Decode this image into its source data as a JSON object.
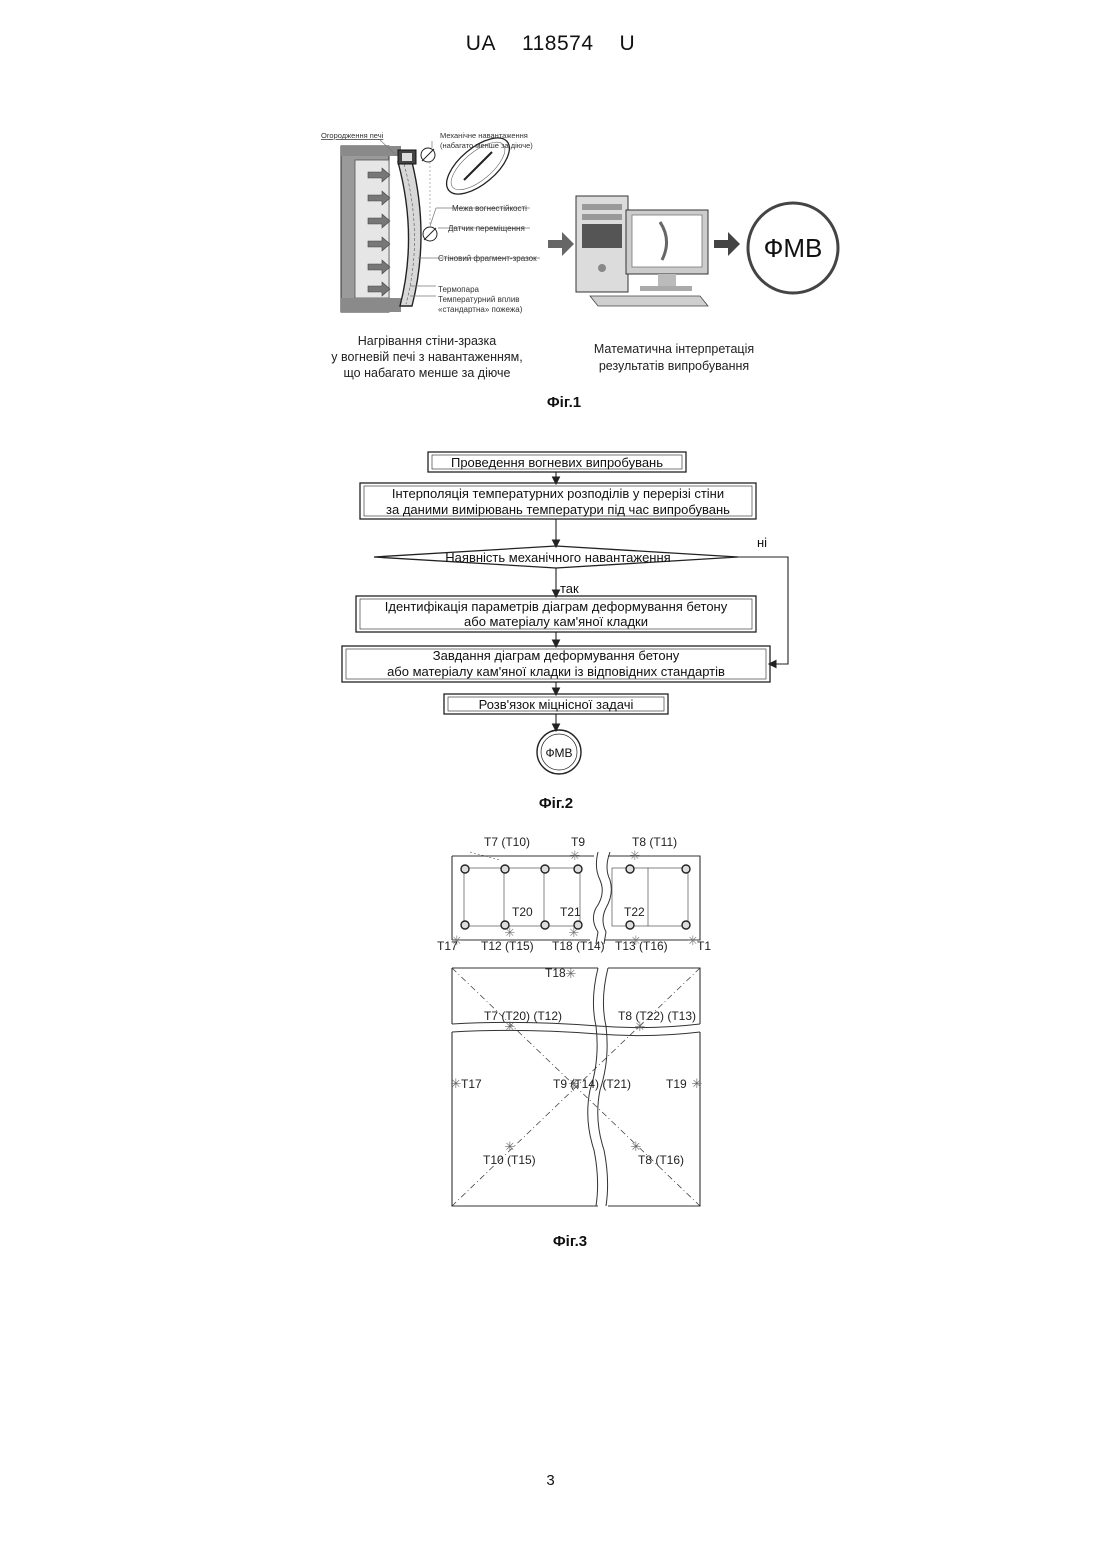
{
  "header": {
    "country": "UA",
    "number": "118574",
    "kind": "U"
  },
  "fig1": {
    "caption": "Фіг.1",
    "labels": {
      "furnace_wall": "Огородження печі",
      "mech_load_1": "Механічне навантаження",
      "mech_load_2": "(набагато менше за діюче)",
      "fire_limit": "Межа вогнестійкості",
      "displacement_sensor": "Датчик переміщення",
      "wall_fragment": "Стіновий фрагмент-зразок",
      "thermocouple": "Термопара",
      "temp_effect_1": "Температурний вплив",
      "temp_effect_2": "«стандартна» пожежа)"
    },
    "left_text": [
      "Нагрівання стіни-зразка",
      "у вогневій печі з навантаженням,",
      "що набагато менше за діюче"
    ],
    "right_text": [
      "Математична інтерпретація",
      "результатів випробування"
    ],
    "result": "ФМВ"
  },
  "fig2": {
    "caption": "Фіг.2",
    "step1": "Проведення вогневих випробувань",
    "step2_line1": "Інтерполяція температурних розподілів у перерізі стіни",
    "step2_line2": "за даними вимірювань температури під час випробувань",
    "decision": "Наявність механічного навантаження",
    "no_label": "ні",
    "yes_label": "так",
    "step3_line1": "Ідентифікація параметрів діаграм деформування бетону",
    "step3_line2": "або матеріалу кам'яної кладки",
    "step4_line1": "Завдання діаграм деформування бетону",
    "step4_line2": "або матеріалу кам'яної кладки із відповідних стандартів",
    "step5": "Розв'язок міцнісної задачі",
    "end": "ФМВ"
  },
  "fig3": {
    "caption": "Фіг.3",
    "top": {
      "t7_t10": "T7 (T10)",
      "t9": "T9",
      "t8_t11": "T8 (T11)",
      "t20": "T20",
      "t21": "T21",
      "t22": "T22",
      "t17": "T17",
      "t12_t15": "T12 (T15)",
      "t18_t14": "T18 (T14)",
      "t13_t16": "T13 (T16)",
      "t1": "T1"
    },
    "bottom": {
      "t18": "T18",
      "t7_t20_t12": "T7 (T20) (T12)",
      "t8_t22_t13": "T8 (T22) (T13)",
      "t17": "T17",
      "t9_t14_t21": "T9 (T14) (T21)",
      "t19": "T19",
      "t10_t15": "T10  (T15)",
      "t8_t16": "T8 (T16)"
    }
  },
  "footer": {
    "page_number": "3"
  }
}
